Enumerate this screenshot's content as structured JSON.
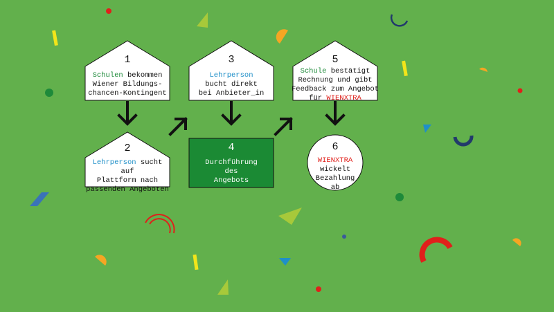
{
  "steps": [
    {
      "number": "1",
      "highlight": "Schulen",
      "text_after": " bekommen",
      "line2": "Wiener Bildungs-",
      "line3": "chancen-Kontingent"
    },
    {
      "number": "2",
      "highlight": "Lehrperson",
      "text_after": " sucht auf",
      "line2": "Plattform nach",
      "line3": "passenden Angeboten"
    },
    {
      "number": "3",
      "highlight": "Lehrperson",
      "line2": "bucht direkt",
      "line3": "bei Anbieter_in"
    },
    {
      "number": "4",
      "line1": "Durchführung",
      "line2": "des",
      "line3": "Angebots"
    },
    {
      "number": "5",
      "highlight": "Schule",
      "text_after": " bestätigt",
      "line2": "Rechnung und gibt",
      "line3": "Feedback zum Angebot",
      "line4_prefix": "für ",
      "line4_highlight": "WIENXTRA"
    },
    {
      "number": "6",
      "highlight": "WIENXTRA",
      "line2": "wickelt",
      "line3": "Bezahlung",
      "line4": "ab"
    }
  ],
  "colors": {
    "background": "#62b04c",
    "box4_fill": "#1b8a34",
    "blue": "#1f8fc8",
    "green": "#1e8a3a",
    "red": "#e0201b",
    "yellow": "#f2e51a",
    "orange": "#f5a623",
    "navy": "#223a6b",
    "lime": "#a7c93a"
  }
}
